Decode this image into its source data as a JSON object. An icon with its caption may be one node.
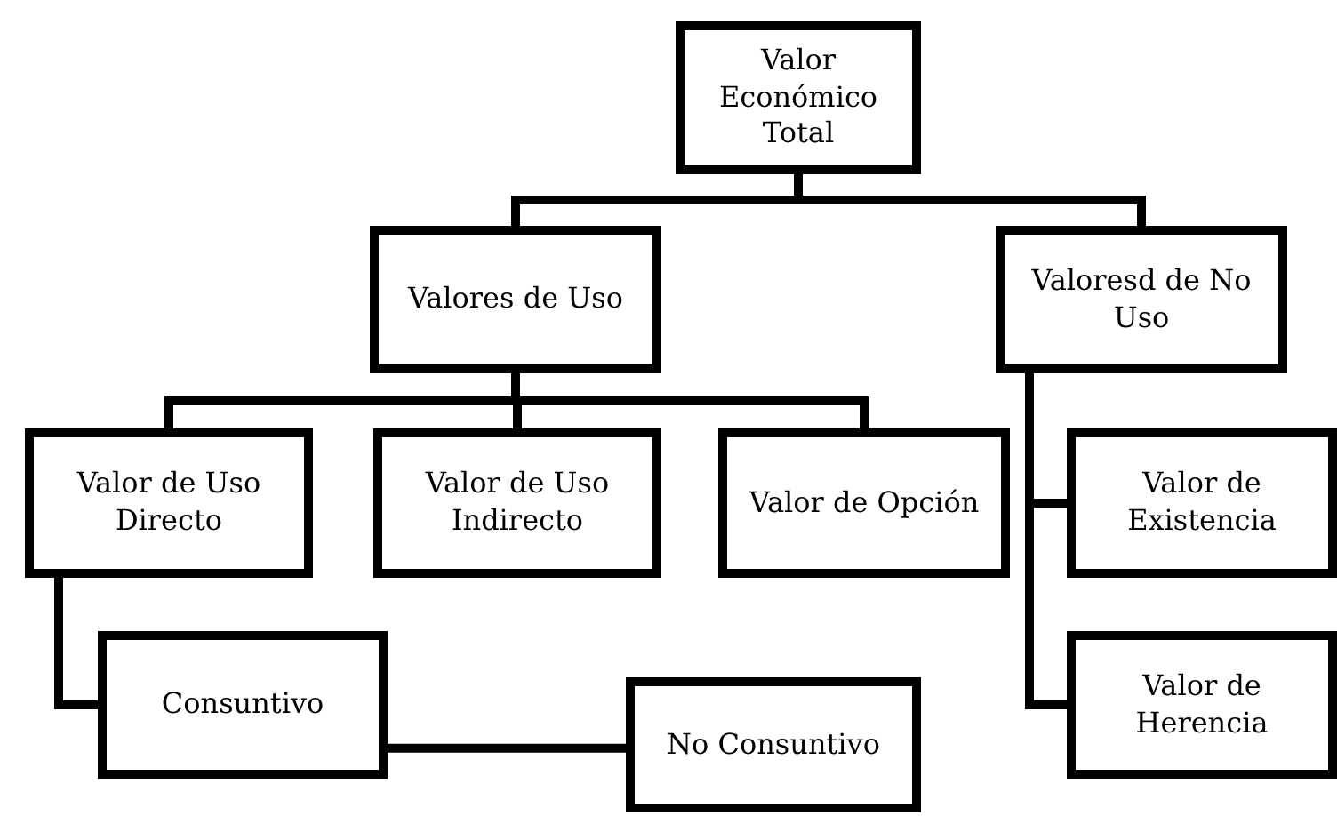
{
  "diagram": {
    "nodes": [
      {
        "text": [
          "Valor Económico Total"
        ]
      },
      {
        "text": [
          "Valores de Uso"
        ]
      },
      {
        "text": [
          "Valoresd de No Uso"
        ]
      },
      {
        "text": [
          "Valor de Uso Directo"
        ]
      },
      {
        "text": [
          "Valor de Uso Indirecto"
        ]
      },
      {
        "text": [
          "Valor de Opción"
        ]
      },
      {
        "text": [
          "Valor de Existencia"
        ]
      },
      {
        "text": [
          "Consuntivo"
        ]
      },
      {
        "text": [
          "Valor de Herencia"
        ]
      },
      {
        "text": [
          "No Consuntivo"
        ]
      }
    ],
    "edges": [
      {
        "from": 0,
        "to": 1,
        "arrow": "none"
      },
      {
        "from": 0,
        "to": 2,
        "arrow": "none"
      },
      {
        "from": 1,
        "to": 3,
        "arrow": "none"
      },
      {
        "from": 1,
        "to": 4,
        "arrow": "none"
      },
      {
        "from": 1,
        "to": 5,
        "arrow": "none"
      },
      {
        "from": 2,
        "to": 6,
        "arrow": "none"
      },
      {
        "from": 2,
        "to": 8,
        "arrow": "none"
      },
      {
        "from": 3,
        "to": 7,
        "arrow": "none"
      },
      {
        "from": 7,
        "to": 9,
        "arrow": "none"
      }
    ]
  }
}
